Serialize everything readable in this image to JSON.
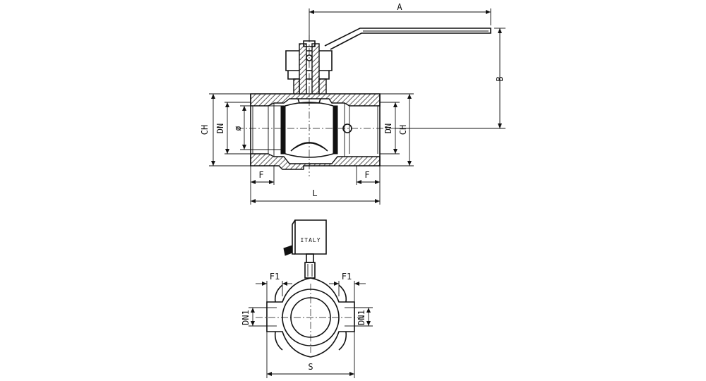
{
  "labels": {
    "a": "A",
    "b": "B",
    "ch": "CH",
    "dn": "DN",
    "phi": "ø",
    "f": "F",
    "l": "L",
    "f1": "F1",
    "dn1": "DN1",
    "s": "S",
    "plate": "ITALY"
  }
}
